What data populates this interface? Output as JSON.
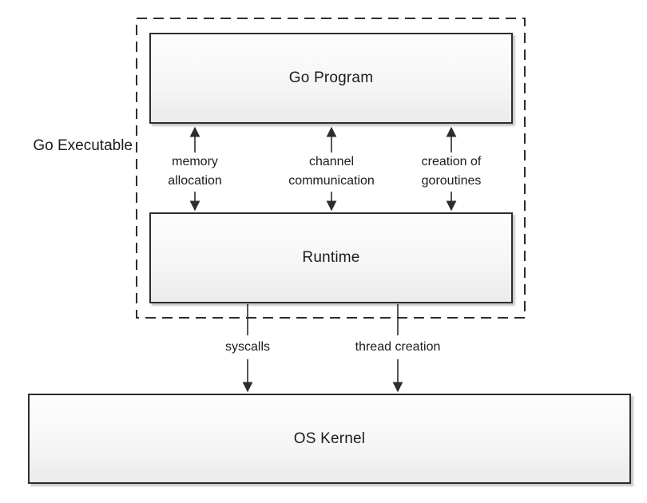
{
  "diagram": {
    "group_label": "Go Executable",
    "nodes": {
      "go_program": "Go Program",
      "runtime": "Runtime",
      "os_kernel": "OS Kernel"
    },
    "connectors": {
      "memory_allocation": "memory\nallocation",
      "channel_communication": "channel\ncommunication",
      "creation_of_goroutines": "creation of\ngoroutines",
      "syscalls": "syscalls",
      "thread_creation": "thread creation"
    },
    "colors": {
      "stroke": "#2d2d2d",
      "text": "#1c1c1c",
      "node_fill_top": "#fdfdfd",
      "node_fill_bottom": "#ebebeb",
      "background": "#ffffff"
    }
  }
}
